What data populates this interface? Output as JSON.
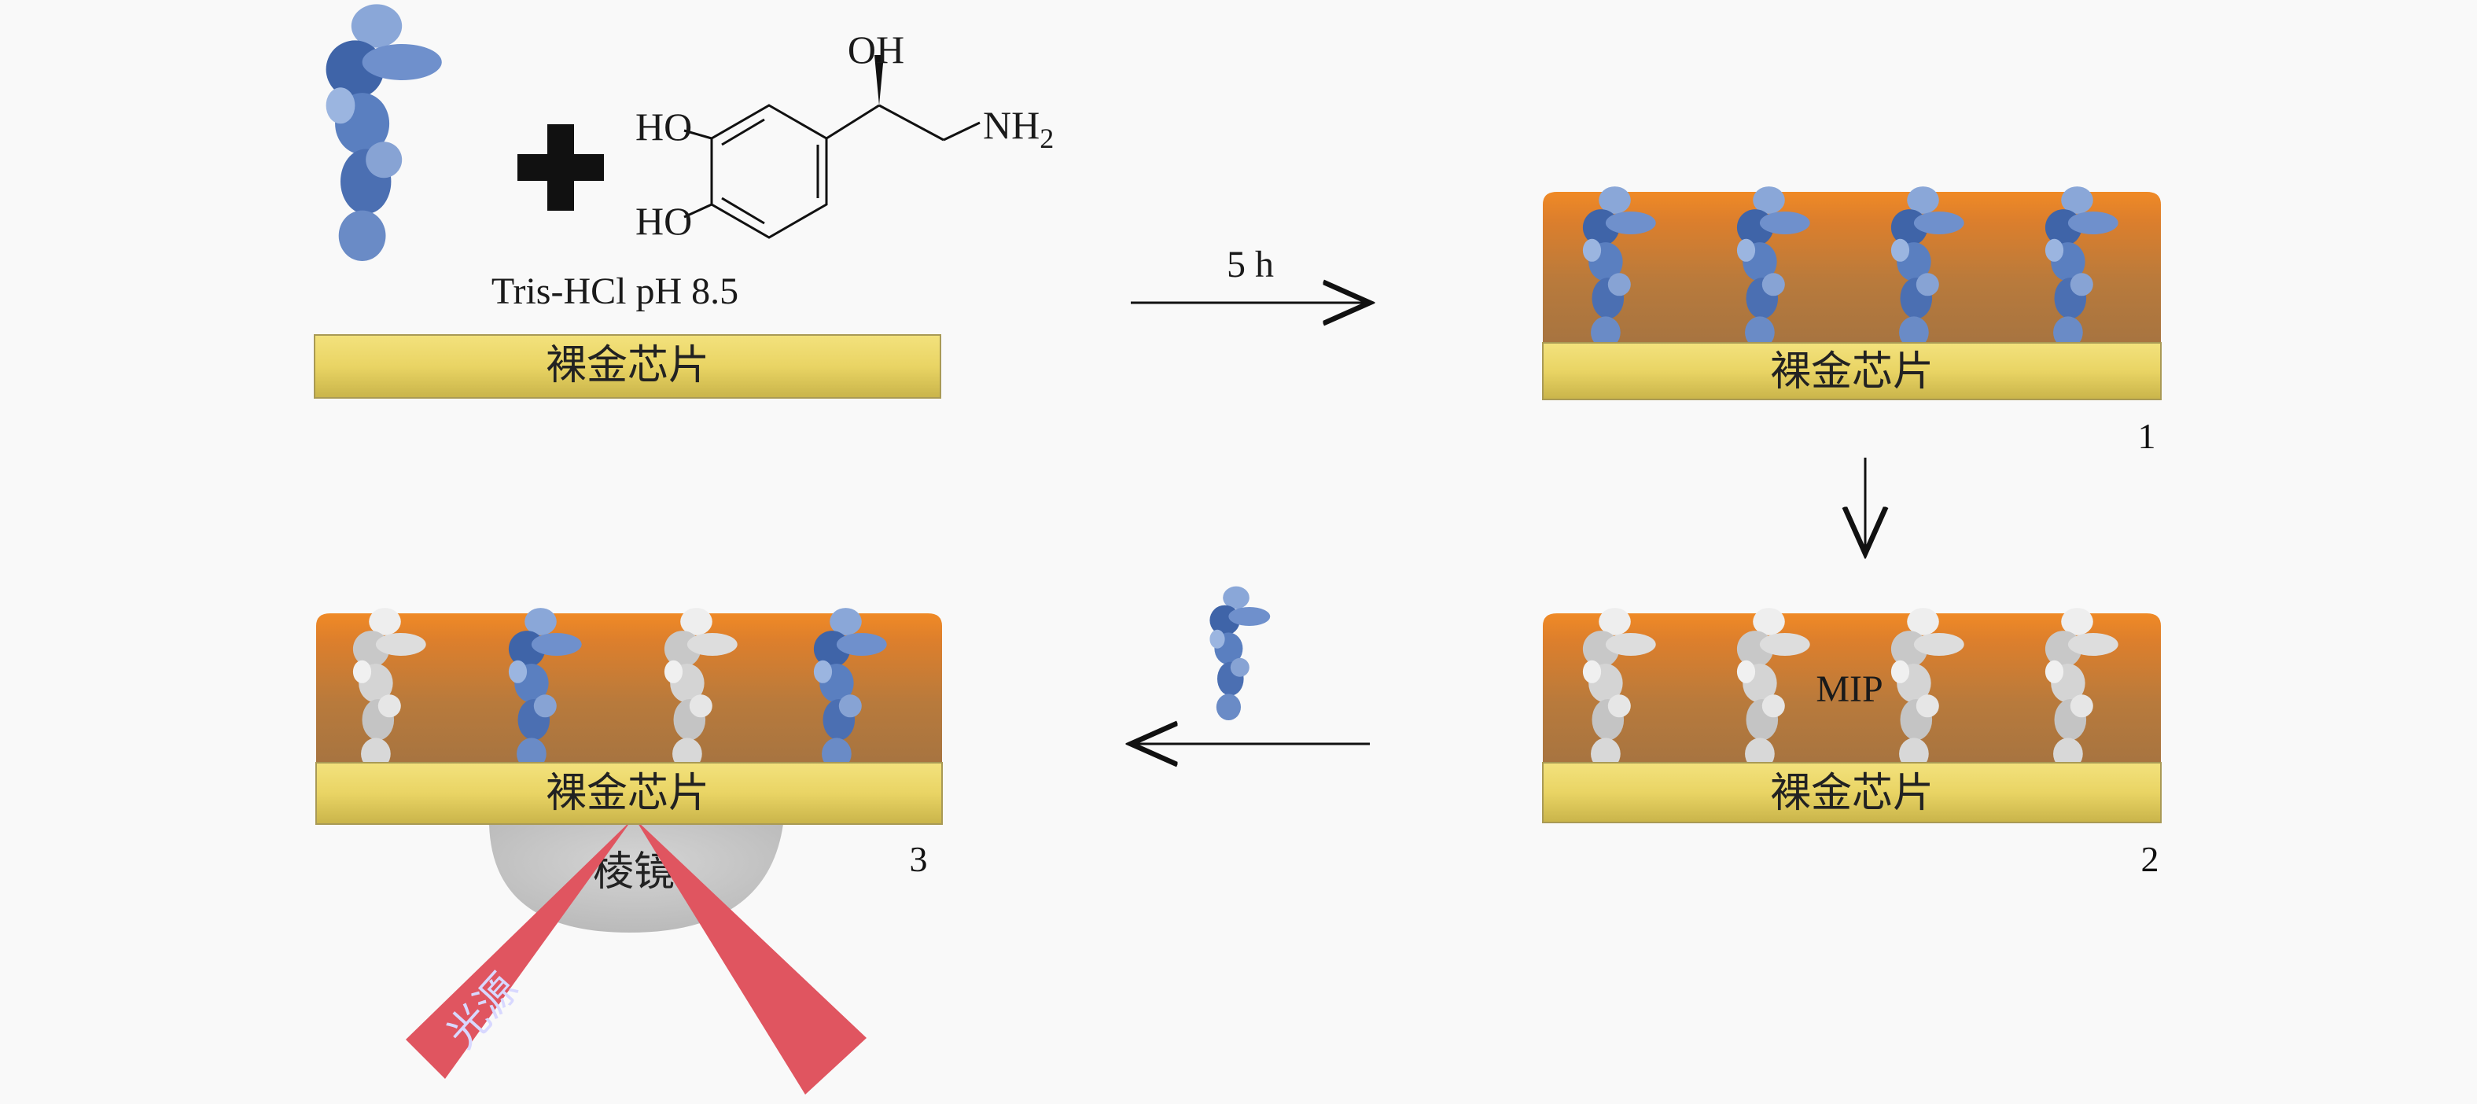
{
  "colors": {
    "background": "#f9f9f9",
    "chip_gold": "#e9d464",
    "polymer_orange": "#d57f2c",
    "prism_gray": "#c0c0c0",
    "light_beam": "#e05560",
    "protein_blue": "#4a70b0",
    "protein_gray": "#cfcfcf"
  },
  "reagents": {
    "hydroxyl_top": "OH",
    "hydroxyl_ring_1": "HO",
    "hydroxyl_ring_2": "HO",
    "amine": "NH2",
    "buffer": "Tris-HCl pH 8.5"
  },
  "chip_label": "裸金芯片",
  "steps": {
    "arrow1_label": "5 h",
    "step1_number": "1",
    "step2_number": "2",
    "step3_number": "3",
    "mip_label": "MIP"
  },
  "sensor": {
    "prism_label": "棱镜",
    "source_label": "光源"
  },
  "icons": [
    "protein-icon",
    "plus-icon",
    "right-arrow-icon",
    "down-arrow-icon",
    "left-arrow-icon"
  ]
}
